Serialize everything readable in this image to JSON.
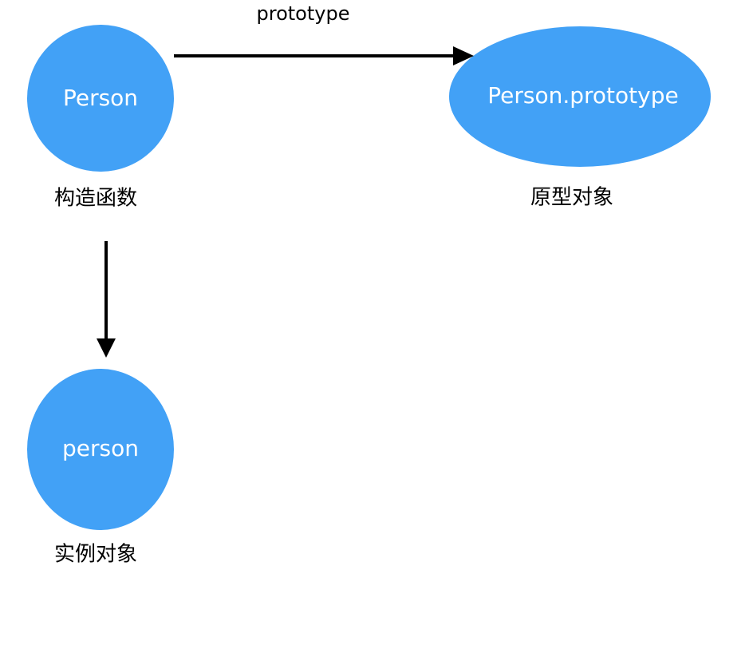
{
  "colors": {
    "node_fill": "#42A1F6",
    "node_text": "#FFFFFF",
    "arrow": "#000000",
    "caption_text": "#000000"
  },
  "nodes": {
    "constructor": {
      "label": "Person",
      "caption": "构造函数"
    },
    "prototype_object": {
      "label": "Person.prototype",
      "caption": "原型对象"
    },
    "instance": {
      "label": "person",
      "caption": "实例对象"
    }
  },
  "edges": {
    "constructor_to_prototype": {
      "label": "prototype"
    }
  }
}
